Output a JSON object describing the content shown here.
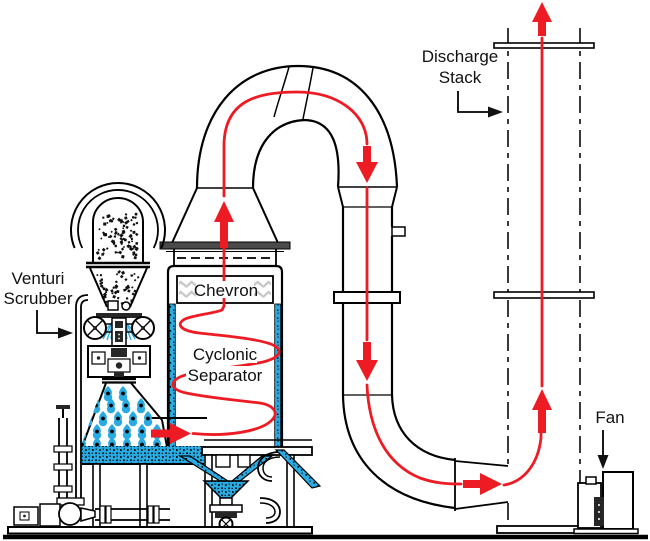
{
  "labels": {
    "venturi": {
      "line1": "Venturi",
      "line2": "Scrubber"
    },
    "chevron": "Chevron",
    "separator": {
      "line1": "Cyclonic",
      "line2": "Separator"
    },
    "stack": {
      "line1": "Discharge",
      "line2": "Stack"
    },
    "fan": "Fan"
  },
  "colors": {
    "flow": "#ED1C24",
    "water": "#29ABE2",
    "ink": "#000000",
    "flange": "#4A4A4A",
    "chevron_zigzag": "#C9C9C9",
    "stack_line": "#3A3A3A"
  }
}
